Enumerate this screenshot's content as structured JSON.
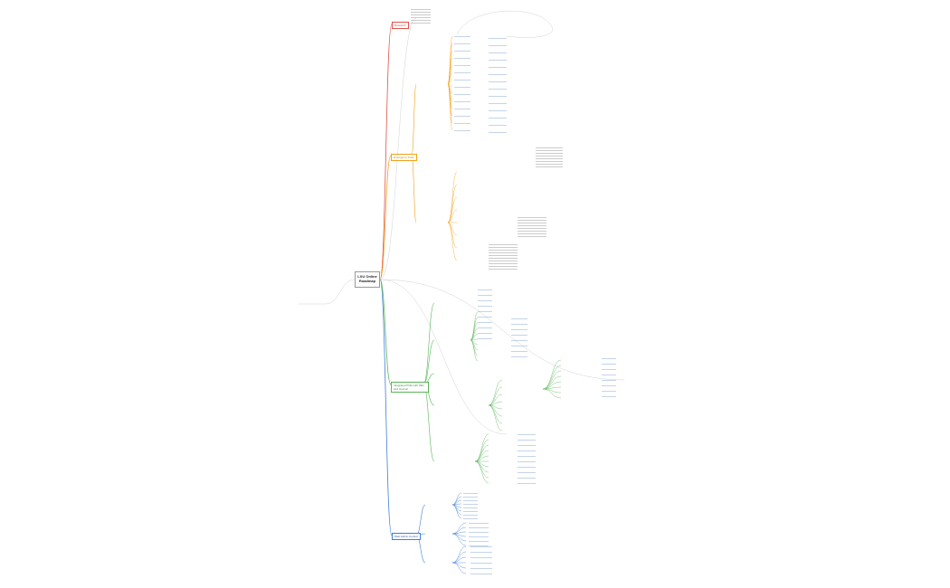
{
  "map": {
    "central_title_line1": "LXU Online",
    "central_title_line2": "Roadmap"
  },
  "branches": [
    {
      "label": "Research",
      "color": "#e0524a"
    },
    {
      "label": "Emergency Polls",
      "color": "#f0a11b"
    },
    {
      "label": "Integrated Polls with Wiki and Journal",
      "color": "#5ab55a"
    },
    {
      "label": "Web Admin Control",
      "color": "#3f7fd4"
    }
  ],
  "colors": {
    "line_gray": "#c6c6c6",
    "text_gray": "#555555"
  }
}
